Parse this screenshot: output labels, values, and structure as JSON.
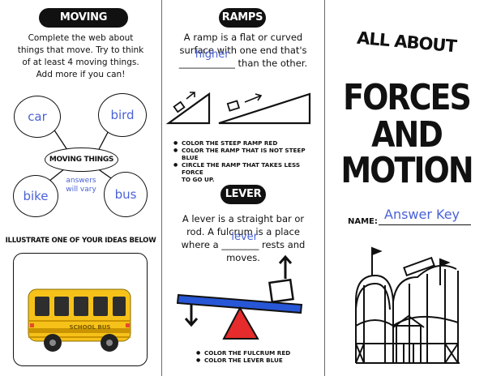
{
  "panel1": {
    "header": "MOVING THINGS",
    "intro": [
      "Complete the web about",
      "things that move. Try to think",
      "of at least 4 moving things.",
      "Add more if you can!"
    ],
    "web": {
      "center": "MOVING THINGS",
      "note": [
        "answers",
        "will vary"
      ],
      "items": [
        "car",
        "bird",
        "bike",
        "bus"
      ]
    },
    "illustrate_heading": "ILLUSTRATE ONE OF YOUR IDEAS BELOW",
    "bus_label": "SCHOOL BUS"
  },
  "panel2": {
    "ramps_header": "RAMPS",
    "ramp_text": [
      "A ramp is a flat or curved",
      "surface with one end that's",
      "than the other."
    ],
    "ramp_answer": "higher",
    "ramp_blank": "____________",
    "ramp_bullets": [
      "COLOR THE STEEP RAMP RED",
      "COLOR THE RAMP THAT IS NOT STEEP BLUE",
      "CIRCLE THE RAMP THAT TAKES LESS FORCE",
      "TO GO UP."
    ],
    "lever_header": "LEVER",
    "lever_text": [
      "A lever is a straight bar or",
      "rod. A fulcrum is a place",
      "where a",
      "rests and",
      "moves."
    ],
    "lever_answer": "lever",
    "lever_blank": "________",
    "lever_bullets": [
      "COLOR THE FULCRUM RED",
      "COLOR THE LEVER BLUE"
    ]
  },
  "panel3": {
    "title_top": "ALL ABOUT",
    "title_lines": [
      "FORCES",
      "AND",
      "MOTION"
    ],
    "name_label": "NAME:",
    "name_answer": "Answer Key"
  },
  "colors": {
    "answer_blue": "#4a62d6",
    "bus_yellow": "#f6c21a",
    "fulcrum_red": "#e52b2b",
    "lever_blue": "#2757d6"
  }
}
